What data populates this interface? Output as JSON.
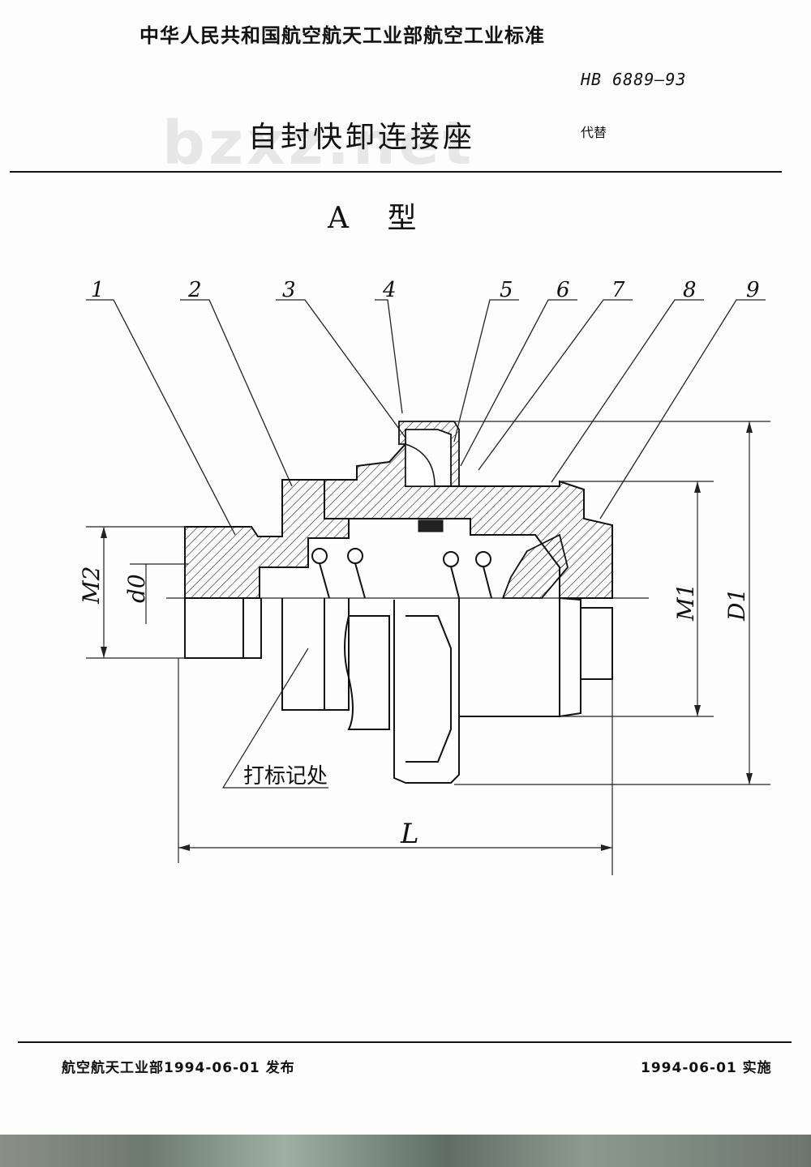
{
  "header": {
    "title": "中华人民共和国航空航天工业部航空工业标准",
    "standard_number": "HB 6889—93",
    "standard_name": "自封快卸连接座",
    "watermark": "bzxz.net",
    "replaces_label": "代替"
  },
  "figure": {
    "type_label": "A 型",
    "part_numbers": [
      "1",
      "2",
      "3",
      "4",
      "5",
      "6",
      "7",
      "8",
      "9"
    ],
    "dimensions": {
      "M2": "M2",
      "d0": "d0",
      "M1": "M1",
      "D1": "D1",
      "L": "L"
    },
    "marking_note": "打标记处"
  },
  "footer": {
    "issued": "航空航天工业部1994-06-01  发布",
    "implemented": "1994-06-01  实施"
  }
}
